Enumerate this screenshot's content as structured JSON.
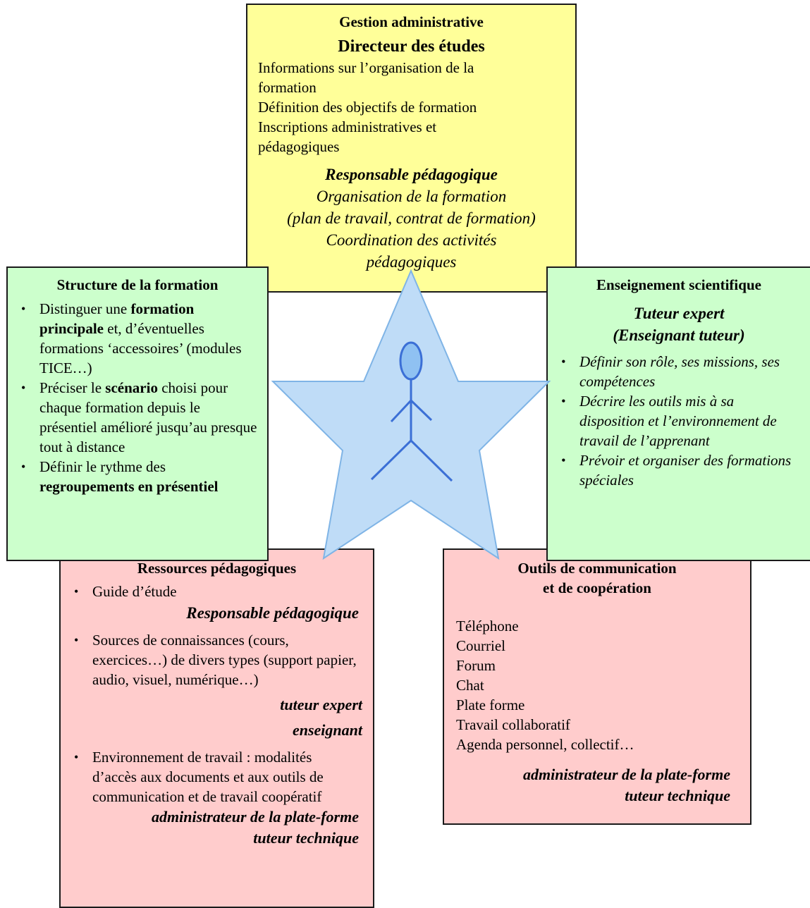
{
  "admin": {
    "title": "Gestion administrative",
    "director_title": "Directeur des études",
    "director_lines": [
      "Informations sur l’organisation de la",
      "formation",
      "Définition des objectifs de formation",
      "Inscriptions administratives et",
      "pédagogiques"
    ],
    "responsable_title": "Responsable pédagogique",
    "responsable_lines": [
      "Organisation de la formation",
      "(plan de travail, contrat de formation)",
      "Coordination des activités",
      "pédagogiques"
    ]
  },
  "structure": {
    "title": "Structure de la formation",
    "items": [
      {
        "a": "Distinguer une ",
        "b": "formation principale",
        "c": " et, d’éventuelles formations ‘accessoires’ (modules TICE…)"
      },
      {
        "a": "Préciser le ",
        "b": "scénario",
        "c": " choisi pour chaque formation depuis le présentiel amélioré jusqu’au presque tout à distance"
      },
      {
        "a": "Définir le rythme des ",
        "b": "regroupements en présentiel",
        "c": ""
      }
    ]
  },
  "science": {
    "title": "Enseignement scientifique",
    "role_line1": "Tuteur expert",
    "role_line2": "(Enseignant tuteur)",
    "items": [
      "Définir son rôle, ses missions, ses compétences",
      "Décrire les outils mis à sa disposition et l’environnement de travail de l’apprenant",
      "Prévoir et organiser des formations spéciales"
    ]
  },
  "resources": {
    "title": "Ressources pédagogiques",
    "item1": "Guide d’étude",
    "item1_role": "Responsable pédagogique",
    "item2": "Sources de connaissances (cours, exercices…) de divers types (support papier, audio, visuel, numérique…)",
    "item2_role1": "tuteur expert",
    "item2_role2": "enseignant",
    "item3": "Environnement de travail : modalités d’accès aux documents et aux outils de communication et de travail coopératif",
    "item3_role1": "administrateur de la plate-forme",
    "item3_role2": "tuteur technique"
  },
  "tools": {
    "title_line1": "Outils de communication",
    "title_line2": "et de coopération",
    "items": [
      "Téléphone",
      "Courriel",
      "Forum",
      "Chat",
      "Plate forme",
      "Travail collaboratif",
      "Agenda personnel, collectif…"
    ],
    "role1": "administrateur de la plate-forme",
    "role2": "tuteur technique"
  },
  "colors": {
    "yellow": "#ffff99",
    "green": "#ccffcc",
    "pink": "#ffcccc",
    "star_fill": "#bfdcf7",
    "star_stroke": "#7fb4e6",
    "figure": "#3b6fd6"
  }
}
